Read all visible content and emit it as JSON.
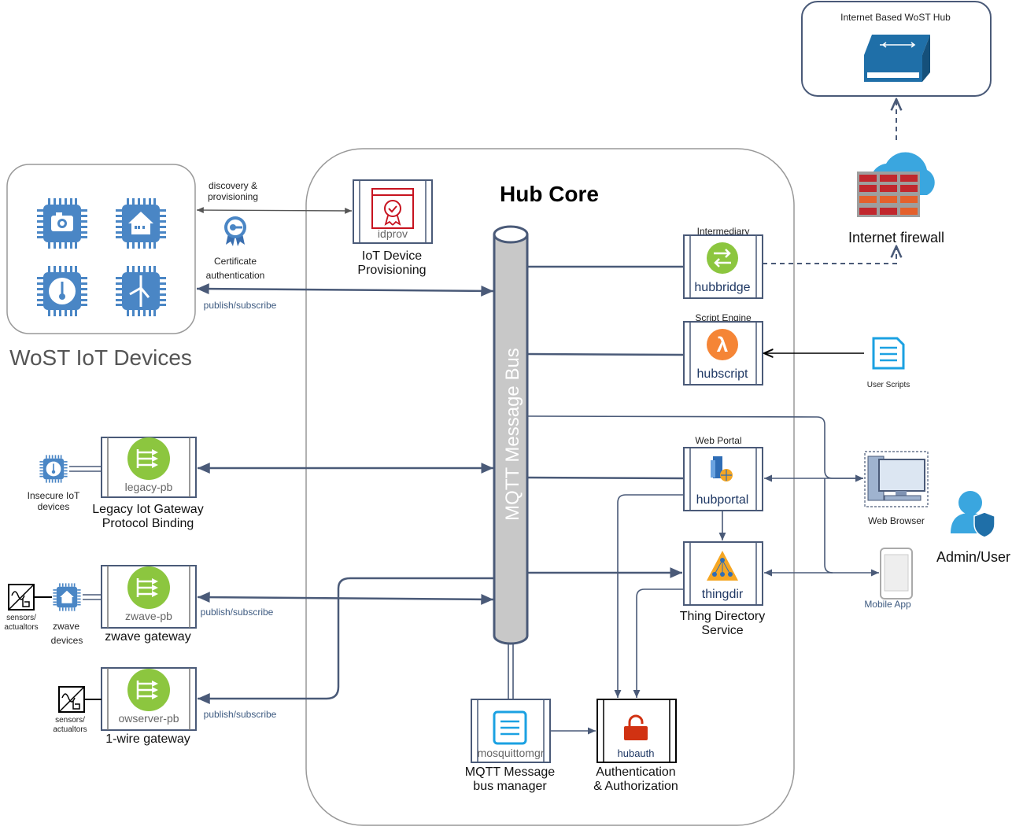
{
  "hub_core": {
    "title": "Hub Core",
    "bus_label": "MQTT Message Bus"
  },
  "iot_devices": {
    "title": "WoST IoT Devices"
  },
  "edges": {
    "discovery": "discovery &",
    "discovery2": "provisioning",
    "cert1": "Certificate",
    "cert2": "authentication",
    "pubsub": "publish/subscribe"
  },
  "services": {
    "idprov": {
      "name": "idprov",
      "caption1": "IoT Device",
      "caption2": "Provisioning"
    },
    "hubbridge": {
      "name": "hubbridge",
      "top": "Intermediary"
    },
    "hubscript": {
      "name": "hubscript",
      "top": "Script Engine"
    },
    "hubportal": {
      "name": "hubportal",
      "top": "Web Portal"
    },
    "thingdir": {
      "name": "thingdir",
      "caption1": "Thing Directory",
      "caption2": "Service"
    },
    "mosquittomgr": {
      "name": "mosquittomgr",
      "caption1": "MQTT Message",
      "caption2": "bus manager"
    },
    "hubauth": {
      "name": "hubauth",
      "caption1": "Authentication",
      "caption2": "& Authorization"
    }
  },
  "bindings": {
    "legacy": {
      "name": "legacy-pb",
      "caption1": "Legacy Iot Gateway",
      "caption2": "Protocol Binding",
      "dev1": "Insecure IoT",
      "dev2": "devices"
    },
    "zwave": {
      "name": "zwave-pb",
      "caption": "zwave gateway",
      "dev1": "zwave",
      "dev2": "devices",
      "sens1": "sensors/",
      "sens2": "actualtors"
    },
    "owserver": {
      "name": "owserver-pb",
      "caption": "1-wire gateway",
      "sens1": "sensors/",
      "sens2": "actualtors"
    }
  },
  "external": {
    "internet_hub": "Internet Based WoST Hub",
    "firewall": "Internet firewall",
    "user_scripts": "User Scripts",
    "web_browser": "Web Browser",
    "mobile_app": "Mobile App",
    "admin_user": "Admin/User"
  },
  "colors": {
    "line": "#4a5a78",
    "chip": "#4a86c5",
    "green": "#8cc63f",
    "orange": "#f58536",
    "red": "#d13212"
  }
}
